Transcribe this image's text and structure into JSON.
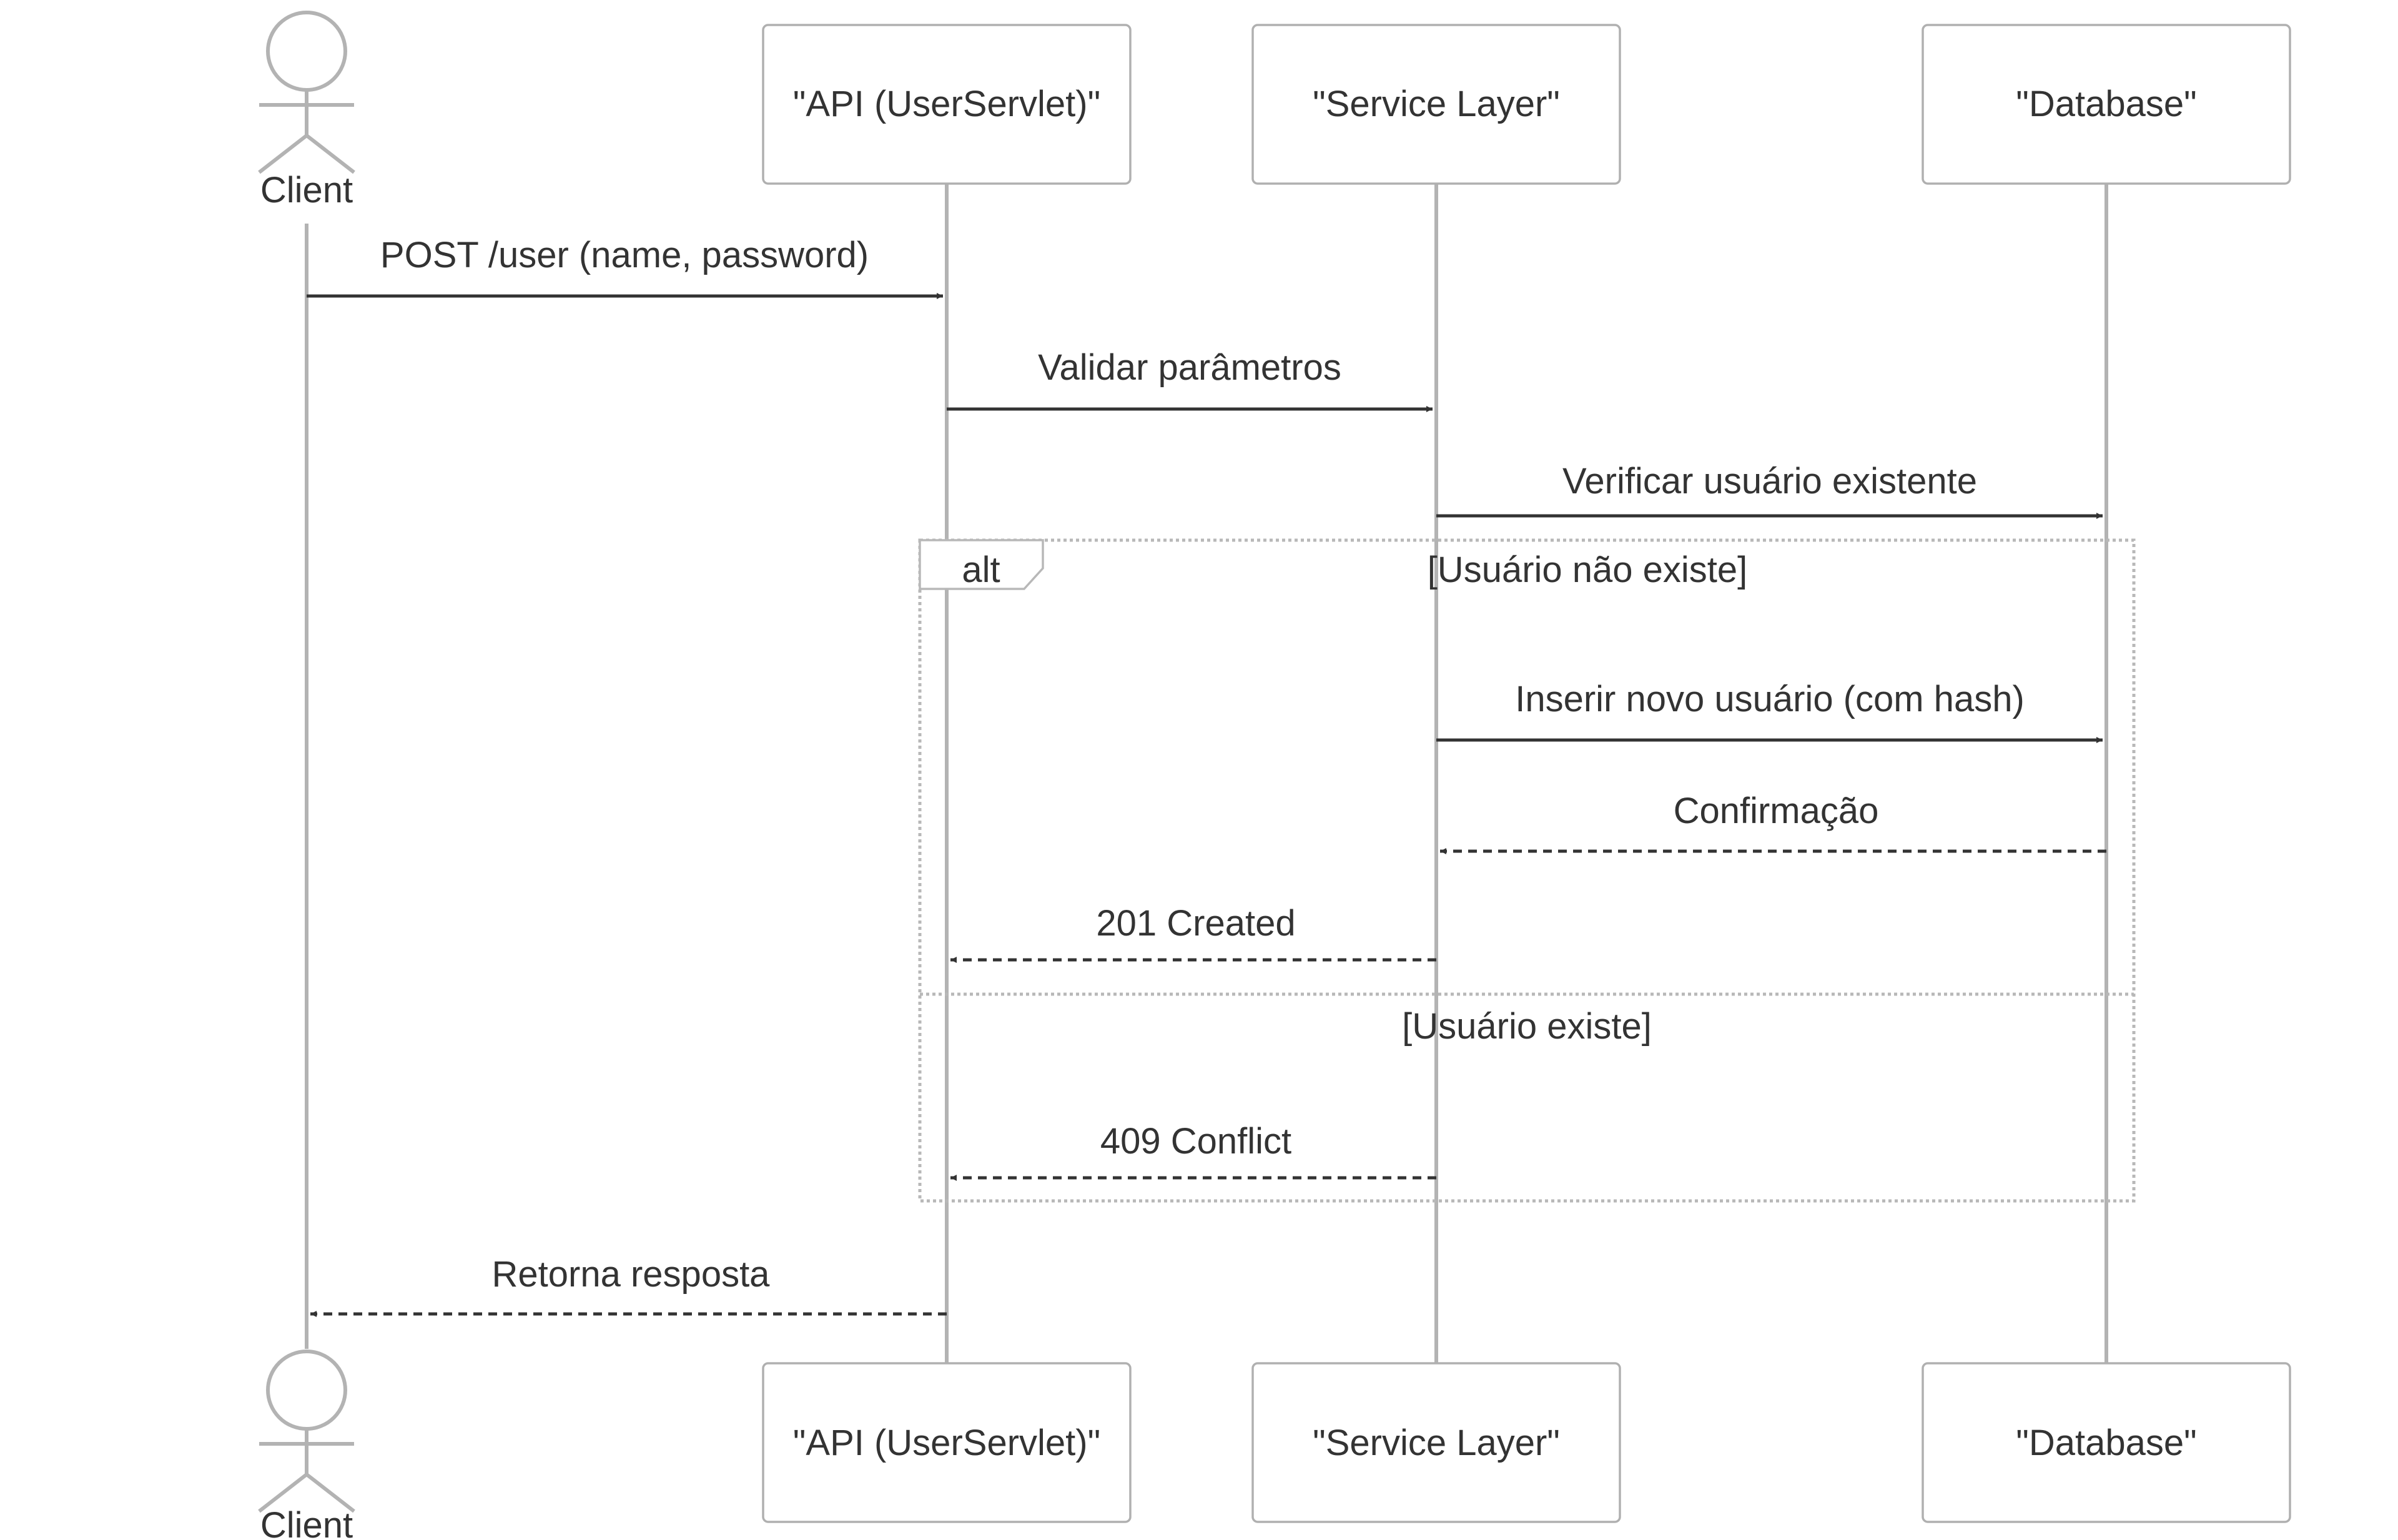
{
  "participants": [
    {
      "id": "client",
      "type": "actor",
      "label": "Client"
    },
    {
      "id": "api",
      "type": "box",
      "label": "\"API (UserServlet)\""
    },
    {
      "id": "service",
      "type": "box",
      "label": "\"Service Layer\""
    },
    {
      "id": "db",
      "type": "box",
      "label": "\"Database\""
    }
  ],
  "messages": [
    {
      "from": "client",
      "to": "api",
      "label": "POST /user (name, password)",
      "style": "solid"
    },
    {
      "from": "api",
      "to": "service",
      "label": "Validar parâmetros",
      "style": "solid"
    },
    {
      "from": "service",
      "to": "db",
      "label": "Verificar usuário existente",
      "style": "solid"
    },
    {
      "from": "service",
      "to": "db",
      "label": "Inserir novo usuário (com hash)",
      "style": "solid"
    },
    {
      "from": "db",
      "to": "service",
      "label": "Confirmação",
      "style": "dashed"
    },
    {
      "from": "service",
      "to": "api",
      "label": "201 Created",
      "style": "dashed"
    },
    {
      "from": "service",
      "to": "api",
      "label": "409 Conflict",
      "style": "dashed"
    },
    {
      "from": "api",
      "to": "client",
      "label": "Retorna resposta",
      "style": "dashed"
    }
  ],
  "fragment": {
    "type": "alt",
    "conditions": [
      "[Usuário não existe]",
      "[Usuário existe]"
    ]
  },
  "colors": {
    "line": "#b3b3b3",
    "arrow": "#333333",
    "text": "#333333",
    "background": "#ffffff"
  }
}
